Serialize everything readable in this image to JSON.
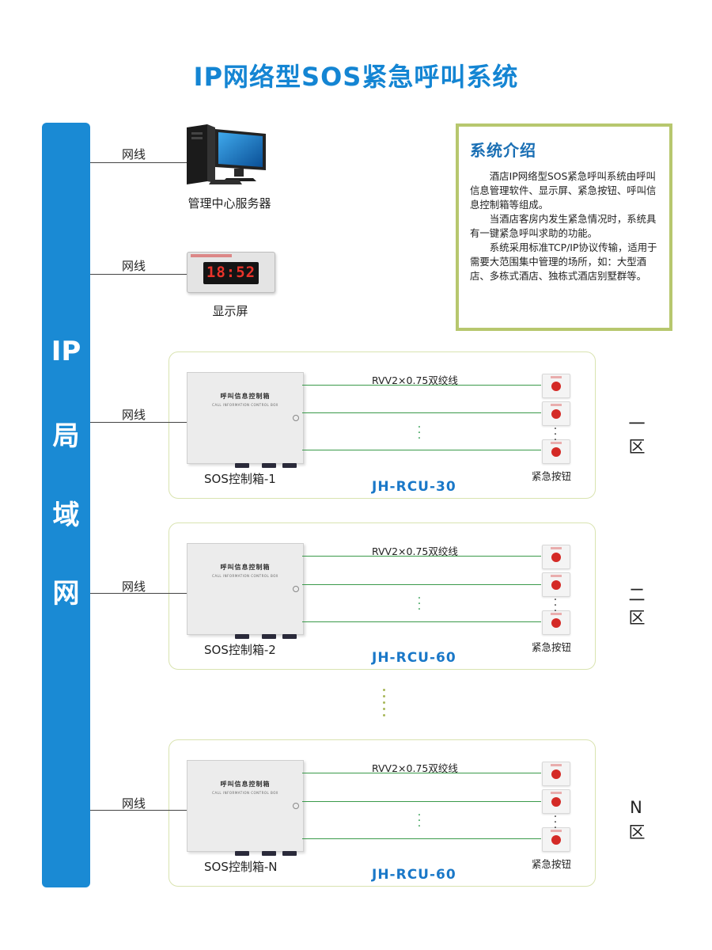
{
  "title": "IP网络型SOS紧急呼叫系统",
  "lan": {
    "chars": [
      "IP",
      "局",
      "域",
      "网"
    ]
  },
  "wire_label": "网线",
  "server": {
    "caption": "管理中心服务器"
  },
  "display": {
    "caption": "显示屏",
    "time": "18:52"
  },
  "intro": {
    "title": "系统介绍",
    "paragraphs": [
      "酒店IP网络型SOS紧急呼叫系统由呼叫信息管理软件、显示屏、紧急按钮、呼叫信息控制箱等组成。",
      "当酒店客房内发生紧急情况时，系统具有一键紧急呼叫求助的功能。",
      "系统采用标准TCP/IP协议传输，适用于需要大范围集中管理的场所，如：大型酒店、多栋式酒店、独栋式酒店别墅群等。"
    ]
  },
  "controller_face": {
    "title": "呼叫信息控制箱",
    "subtitle": "CALL INFORMATION CONTROL BOX"
  },
  "cable_label": "RVV2×0.75双绞线",
  "button_label": "紧急按钮",
  "zones": [
    {
      "box_name": "SOS控制箱-1",
      "model": "JH-RCU-30",
      "zone_name": "一区"
    },
    {
      "box_name": "SOS控制箱-2",
      "model": "JH-RCU-60",
      "zone_name": "二区"
    },
    {
      "box_name": "SOS控制箱-N",
      "model": "JH-RCU-60",
      "zone_name": "N区"
    }
  ],
  "colors": {
    "accent_blue": "#1a8ad4",
    "title_blue": "#1485d3",
    "intro_border": "#b7c76e",
    "cable_green": "#3a9a4a",
    "button_red": "#d42a26"
  }
}
